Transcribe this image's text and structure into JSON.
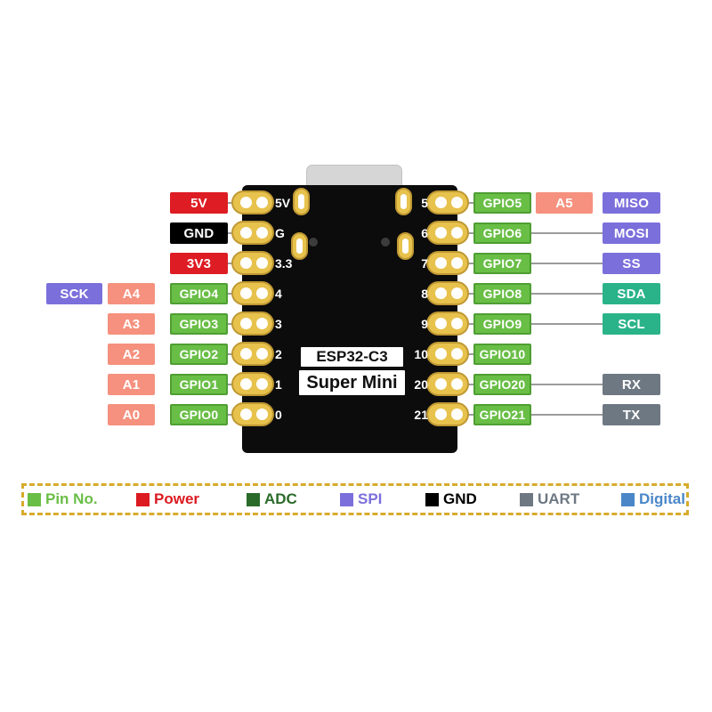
{
  "board": {
    "title_line1": "ESP32-C3",
    "title_line2": "Super Mini"
  },
  "left_rows": [
    {
      "silk": "5V",
      "main": "5V"
    },
    {
      "silk": "G",
      "main": "GND"
    },
    {
      "silk": "3.3",
      "main": "3V3"
    },
    {
      "silk": "4",
      "main": "GPIO4",
      "analog": "A4",
      "bus": "SCK"
    },
    {
      "silk": "3",
      "main": "GPIO3",
      "analog": "A3"
    },
    {
      "silk": "2",
      "main": "GPIO2",
      "analog": "A2"
    },
    {
      "silk": "1",
      "main": "GPIO1",
      "analog": "A1"
    },
    {
      "silk": "0",
      "main": "GPIO0",
      "analog": "A0"
    }
  ],
  "right_rows": [
    {
      "silk": "5",
      "gpio": "GPIO5",
      "analog": "A5",
      "func": "MISO"
    },
    {
      "silk": "6",
      "gpio": "GPIO6",
      "func": "MOSI"
    },
    {
      "silk": "7",
      "gpio": "GPIO7",
      "func": "SS"
    },
    {
      "silk": "8",
      "gpio": "GPIO8",
      "func": "SDA"
    },
    {
      "silk": "9",
      "gpio": "GPIO9",
      "func": "SCL"
    },
    {
      "silk": "10",
      "gpio": "GPIO10"
    },
    {
      "silk": "20",
      "gpio": "GPIO20",
      "func": "RX"
    },
    {
      "silk": "21",
      "gpio": "GPIO21",
      "func": "TX"
    }
  ],
  "legend": {
    "items": [
      {
        "label": "Pin No.",
        "color": "#69be46"
      },
      {
        "label": "Power",
        "color": "#dc1a21"
      },
      {
        "label": "ADC",
        "color": "#2a6b2a"
      },
      {
        "label": "SPI",
        "color": "#7b6fdb"
      },
      {
        "label": "GND",
        "color": "#000000"
      },
      {
        "label": "UART",
        "color": "#6e7883"
      },
      {
        "label": "Digital",
        "color": "#4a86c8"
      }
    ]
  },
  "colors": {
    "power_red": "#de1c23",
    "gnd_black": "#000000",
    "gpio_green": "#69be46",
    "adc_salmon": "#f5917e",
    "spi_purple": "#7b6fdb",
    "i2c_teal": "#2ab389",
    "uart_gray": "#6e7883",
    "pad_gold": "#e7c24d",
    "board_black": "#0c0c0c",
    "legend_border_gold": "#d8ab2d",
    "wire_gray": "#9b9b9b"
  }
}
